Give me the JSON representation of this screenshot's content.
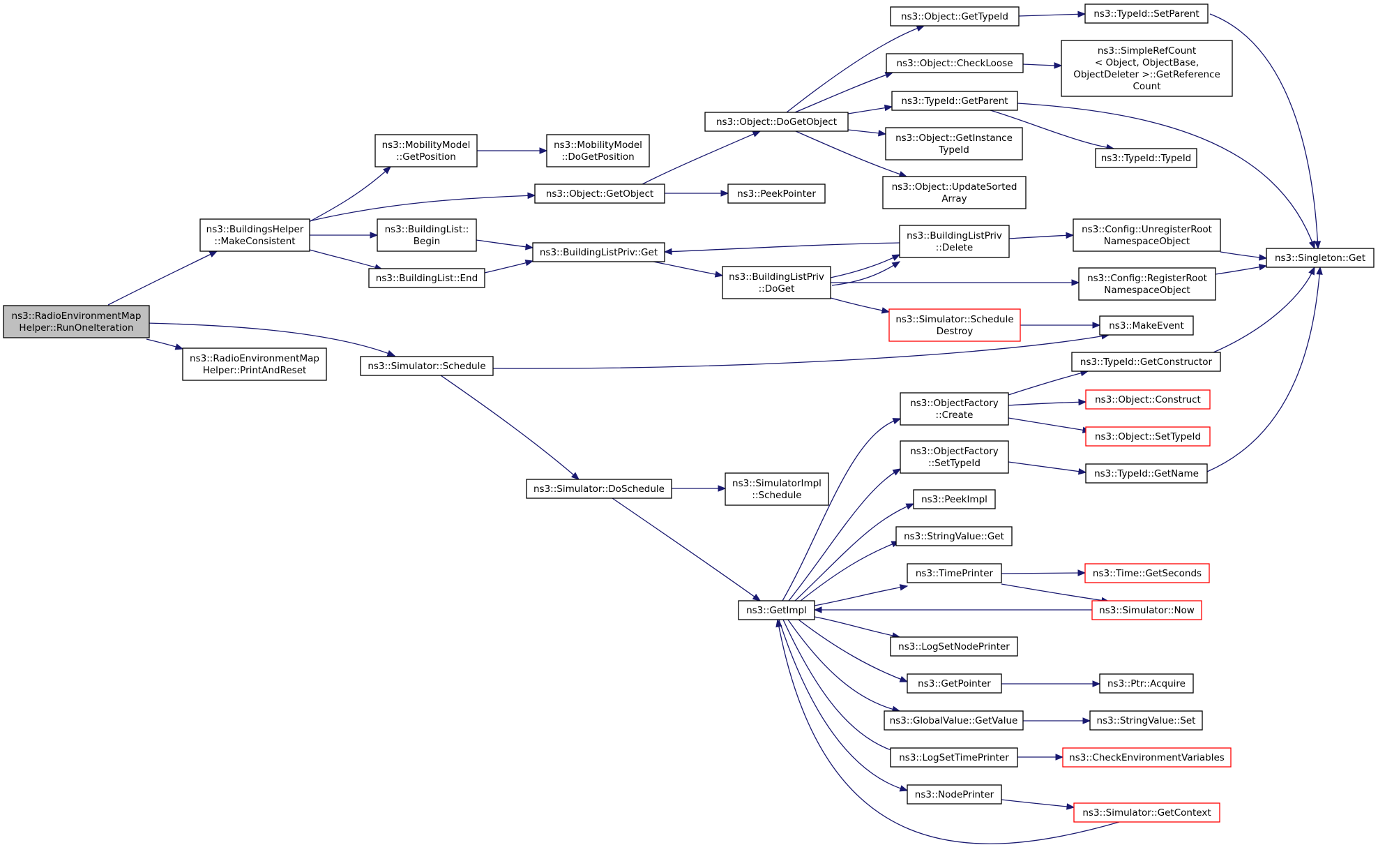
{
  "colors": {
    "edge": "#191970",
    "node_border": "#000000",
    "truncated_border": "#ff0000",
    "root_fill": "#bfbfbf"
  },
  "nodes": [
    {
      "id": "root",
      "lines": [
        "ns3::RadioEnvironmentMap",
        "Helper::RunOneIteration"
      ],
      "style": "root"
    },
    {
      "id": "buildingshelper",
      "lines": [
        "ns3::BuildingsHelper",
        "::MakeConsistent"
      ]
    },
    {
      "id": "printandreset",
      "lines": [
        "ns3::RadioEnvironmentMap",
        "Helper::PrintAndReset"
      ]
    },
    {
      "id": "mm_getposition",
      "lines": [
        "ns3::MobilityModel",
        "::GetPosition"
      ]
    },
    {
      "id": "mm_dogetposition",
      "lines": [
        "ns3::MobilityModel",
        "::DoGetPosition"
      ]
    },
    {
      "id": "obj_getobject",
      "lines": [
        "ns3::Object::GetObject"
      ]
    },
    {
      "id": "peekpointer",
      "lines": [
        "ns3::PeekPointer"
      ]
    },
    {
      "id": "obj_dogetobject",
      "lines": [
        "ns3::Object::DoGetObject"
      ]
    },
    {
      "id": "obj_gettypeid",
      "lines": [
        "ns3::Object::GetTypeId"
      ]
    },
    {
      "id": "obj_checkloose",
      "lines": [
        "ns3::Object::CheckLoose"
      ]
    },
    {
      "id": "typeid_getparent",
      "lines": [
        "ns3::TypeId::GetParent"
      ]
    },
    {
      "id": "obj_getinstancetypeid",
      "lines": [
        "ns3::Object::GetInstance",
        "TypeId"
      ]
    },
    {
      "id": "obj_updatesortedarray",
      "lines": [
        "ns3::Object::UpdateSorted",
        "Array"
      ]
    },
    {
      "id": "typeid_setparent",
      "lines": [
        "ns3::TypeId::SetParent"
      ]
    },
    {
      "id": "simplerefcount",
      "lines": [
        "ns3::SimpleRefCount",
        "< Object, ObjectBase,",
        "ObjectDeleter >::GetReference",
        "Count"
      ]
    },
    {
      "id": "typeid_typeid",
      "lines": [
        "ns3::TypeId::TypeId"
      ]
    },
    {
      "id": "buildinglist_begin",
      "lines": [
        "ns3::BuildingList::",
        "Begin"
      ]
    },
    {
      "id": "buildinglist_end",
      "lines": [
        "ns3::BuildingList::End"
      ]
    },
    {
      "id": "blp_get",
      "lines": [
        "ns3::BuildingListPriv::Get"
      ]
    },
    {
      "id": "blp_delete",
      "lines": [
        "ns3::BuildingListPriv",
        "::Delete"
      ]
    },
    {
      "id": "blp_doget",
      "lines": [
        "ns3::BuildingListPriv",
        "::DoGet"
      ]
    },
    {
      "id": "config_unregister",
      "lines": [
        "ns3::Config::UnregisterRoot",
        "NamespaceObject"
      ]
    },
    {
      "id": "config_register",
      "lines": [
        "ns3::Config::RegisterRoot",
        "NamespaceObject"
      ]
    },
    {
      "id": "singleton_get",
      "lines": [
        "ns3::Singleton::Get"
      ]
    },
    {
      "id": "sim_scheduledestroy",
      "lines": [
        "ns3::Simulator::Schedule",
        "Destroy"
      ],
      "style": "red"
    },
    {
      "id": "makeevent",
      "lines": [
        "ns3::MakeEvent"
      ]
    },
    {
      "id": "sim_schedule",
      "lines": [
        "ns3::Simulator::Schedule"
      ]
    },
    {
      "id": "typeid_getconstructor",
      "lines": [
        "ns3::TypeId::GetConstructor"
      ]
    },
    {
      "id": "objfactory_create",
      "lines": [
        "ns3::ObjectFactory",
        "::Create"
      ]
    },
    {
      "id": "obj_construct",
      "lines": [
        "ns3::Object::Construct"
      ],
      "style": "red"
    },
    {
      "id": "obj_settypeid",
      "lines": [
        "ns3::Object::SetTypeId"
      ],
      "style": "red"
    },
    {
      "id": "objfactory_settypeid",
      "lines": [
        "ns3::ObjectFactory",
        "::SetTypeId"
      ]
    },
    {
      "id": "typeid_getname",
      "lines": [
        "ns3::TypeId::GetName"
      ]
    },
    {
      "id": "sim_doschedule",
      "lines": [
        "ns3::Simulator::DoSchedule"
      ]
    },
    {
      "id": "simimpl_schedule",
      "lines": [
        "ns3::SimulatorImpl",
        "::Schedule"
      ]
    },
    {
      "id": "peekimpl",
      "lines": [
        "ns3::PeekImpl"
      ]
    },
    {
      "id": "stringvalue_get",
      "lines": [
        "ns3::StringValue::Get"
      ]
    },
    {
      "id": "timeprinter",
      "lines": [
        "ns3::TimePrinter"
      ]
    },
    {
      "id": "time_getseconds",
      "lines": [
        "ns3::Time::GetSeconds"
      ],
      "style": "red"
    },
    {
      "id": "sim_now",
      "lines": [
        "ns3::Simulator::Now"
      ],
      "style": "red"
    },
    {
      "id": "getimpl",
      "lines": [
        "ns3::GetImpl"
      ]
    },
    {
      "id": "logsetnodeprinter",
      "lines": [
        "ns3::LogSetNodePrinter"
      ]
    },
    {
      "id": "getpointer",
      "lines": [
        "ns3::GetPointer"
      ]
    },
    {
      "id": "ptr_acquire",
      "lines": [
        "ns3::Ptr::Acquire"
      ]
    },
    {
      "id": "globalvalue_getvalue",
      "lines": [
        "ns3::GlobalValue::GetValue"
      ]
    },
    {
      "id": "stringvalue_set",
      "lines": [
        "ns3::StringValue::Set"
      ]
    },
    {
      "id": "logsettimeprinter",
      "lines": [
        "ns3::LogSetTimePrinter"
      ]
    },
    {
      "id": "checkenvvars",
      "lines": [
        "ns3::CheckEnvironmentVariables"
      ],
      "style": "red"
    },
    {
      "id": "nodeprinter",
      "lines": [
        "ns3::NodePrinter"
      ]
    },
    {
      "id": "sim_getcontext",
      "lines": [
        "ns3::Simulator::GetContext"
      ],
      "style": "red"
    }
  ],
  "edges": [
    [
      "root",
      "buildingshelper"
    ],
    [
      "root",
      "printandreset"
    ],
    [
      "root",
      "sim_schedule"
    ],
    [
      "buildingshelper",
      "mm_getposition"
    ],
    [
      "buildingshelper",
      "obj_getobject"
    ],
    [
      "buildingshelper",
      "buildinglist_begin"
    ],
    [
      "buildingshelper",
      "buildinglist_end"
    ],
    [
      "mm_getposition",
      "mm_dogetposition"
    ],
    [
      "obj_getobject",
      "obj_dogetobject"
    ],
    [
      "obj_getobject",
      "peekpointer"
    ],
    [
      "obj_dogetobject",
      "obj_gettypeid"
    ],
    [
      "obj_dogetobject",
      "obj_checkloose"
    ],
    [
      "obj_dogetobject",
      "typeid_getparent"
    ],
    [
      "obj_dogetobject",
      "obj_getinstancetypeid"
    ],
    [
      "obj_dogetobject",
      "obj_updatesortedarray"
    ],
    [
      "obj_gettypeid",
      "typeid_setparent"
    ],
    [
      "typeid_setparent",
      "singleton_get"
    ],
    [
      "obj_checkloose",
      "simplerefcount"
    ],
    [
      "typeid_getparent",
      "typeid_typeid"
    ],
    [
      "typeid_getparent",
      "singleton_get"
    ],
    [
      "buildinglist_begin",
      "blp_get"
    ],
    [
      "buildinglist_end",
      "blp_get"
    ],
    [
      "blp_get",
      "blp_doget"
    ],
    [
      "blp_delete",
      "blp_get"
    ],
    [
      "blp_delete",
      "blp_doget"
    ],
    [
      "blp_delete",
      "config_unregister"
    ],
    [
      "blp_doget",
      "blp_delete"
    ],
    [
      "blp_doget",
      "config_register"
    ],
    [
      "blp_doget",
      "sim_scheduledestroy"
    ],
    [
      "config_unregister",
      "singleton_get"
    ],
    [
      "config_register",
      "singleton_get"
    ],
    [
      "sim_scheduledestroy",
      "makeevent"
    ],
    [
      "sim_schedule",
      "makeevent"
    ],
    [
      "sim_schedule",
      "sim_doschedule"
    ],
    [
      "typeid_getconstructor",
      "singleton_get"
    ],
    [
      "typeid_getname",
      "singleton_get"
    ],
    [
      "objfactory_create",
      "typeid_getconstructor"
    ],
    [
      "objfactory_create",
      "obj_construct"
    ],
    [
      "objfactory_create",
      "obj_settypeid"
    ],
    [
      "objfactory_settypeid",
      "typeid_getname"
    ],
    [
      "sim_doschedule",
      "simimpl_schedule"
    ],
    [
      "sim_doschedule",
      "getimpl"
    ],
    [
      "getimpl",
      "objfactory_create"
    ],
    [
      "getimpl",
      "objfactory_settypeid"
    ],
    [
      "getimpl",
      "peekimpl"
    ],
    [
      "getimpl",
      "stringvalue_get"
    ],
    [
      "getimpl",
      "timeprinter"
    ],
    [
      "getimpl",
      "logsetnodeprinter"
    ],
    [
      "getimpl",
      "getpointer"
    ],
    [
      "getimpl",
      "globalvalue_getvalue"
    ],
    [
      "getimpl",
      "logsettimeprinter"
    ],
    [
      "getimpl",
      "nodeprinter"
    ],
    [
      "timeprinter",
      "time_getseconds"
    ],
    [
      "timeprinter",
      "sim_now"
    ],
    [
      "sim_now",
      "getimpl"
    ],
    [
      "getpointer",
      "ptr_acquire"
    ],
    [
      "globalvalue_getvalue",
      "stringvalue_set"
    ],
    [
      "logsettimeprinter",
      "checkenvvars"
    ],
    [
      "nodeprinter",
      "sim_getcontext"
    ],
    [
      "sim_getcontext",
      "getimpl"
    ]
  ]
}
